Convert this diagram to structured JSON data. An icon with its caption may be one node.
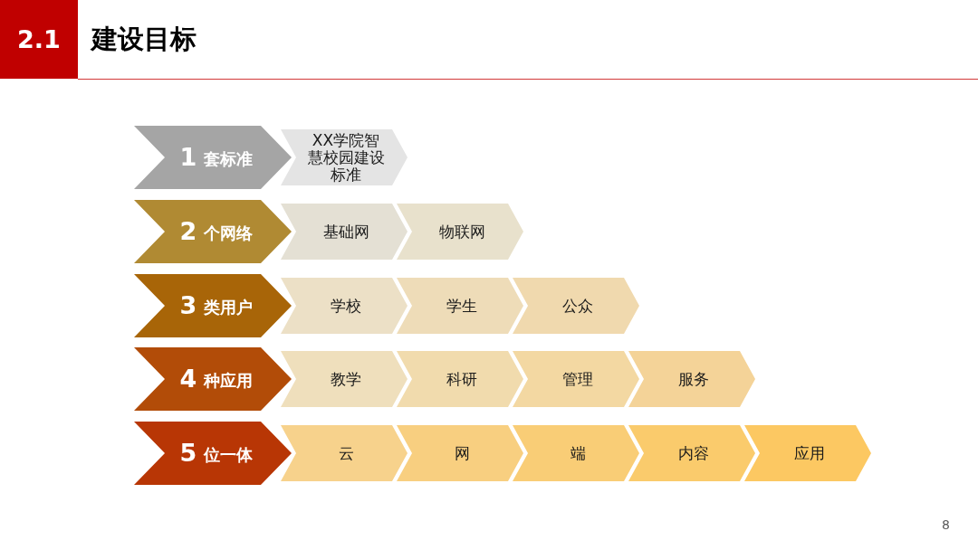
{
  "diagram": {
    "title": "建设目标",
    "nodes": [
      {
        "text": [
          "1",
          "套标准"
        ]
      },
      {
        "text": [
          "XX学院智慧校园建设标准"
        ]
      },
      {
        "text": [
          "2",
          "个网络"
        ]
      },
      {
        "text": [
          "基础网"
        ]
      },
      {
        "text": [
          "物联网"
        ]
      },
      {
        "text": [
          "3",
          "类用户"
        ]
      },
      {
        "text": [
          "学校"
        ]
      },
      {
        "text": [
          "学生"
        ]
      },
      {
        "text": [
          "公众"
        ]
      },
      {
        "text": [
          "4",
          "种应用"
        ]
      },
      {
        "text": [
          "教学"
        ]
      },
      {
        "text": [
          "科研"
        ]
      },
      {
        "text": [
          "管理"
        ]
      },
      {
        "text": [
          "服务"
        ]
      },
      {
        "text": [
          "5",
          "位一体"
        ]
      },
      {
        "text": [
          "云"
        ]
      },
      {
        "text": [
          "网"
        ]
      },
      {
        "text": [
          "端"
        ]
      },
      {
        "text": [
          "内容"
        ]
      },
      {
        "text": [
          "应用"
        ]
      }
    ],
    "labels": [
      "2.1",
      "8"
    ]
  }
}
